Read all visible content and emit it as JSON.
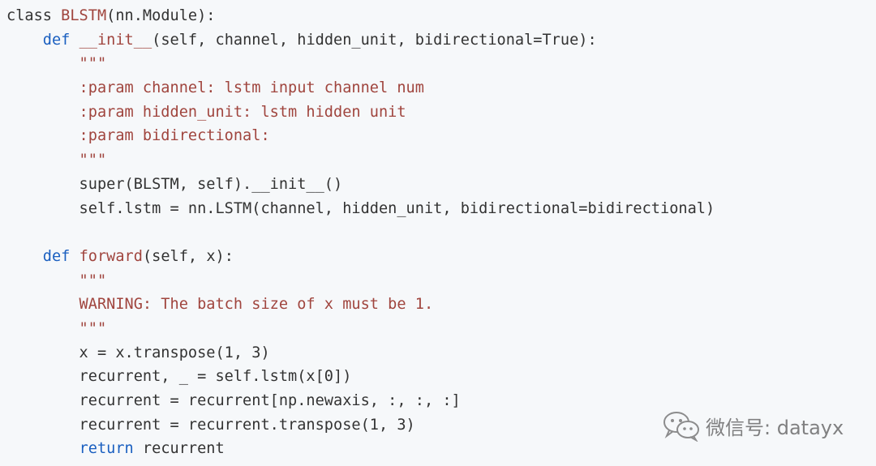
{
  "code": {
    "lines": [
      [
        {
          "t": "class ",
          "k": "kw"
        },
        {
          "t": "BLSTM",
          "k": "cls"
        },
        {
          "t": "(nn.Module):",
          "k": "txt"
        }
      ],
      [
        {
          "t": "    ",
          "k": "txt"
        },
        {
          "t": "def",
          "k": "kw2"
        },
        {
          "t": " ",
          "k": "txt"
        },
        {
          "t": "__init__",
          "k": "fn"
        },
        {
          "t": "(self, channel, hidden_unit, bidirectional=True):",
          "k": "txt"
        }
      ],
      [
        {
          "t": "        \"\"\"",
          "k": "str"
        }
      ],
      [
        {
          "t": "        :param channel: lstm input channel num",
          "k": "str"
        }
      ],
      [
        {
          "t": "        :param hidden_unit: lstm hidden unit",
          "k": "str"
        }
      ],
      [
        {
          "t": "        :param bidirectional:",
          "k": "str"
        }
      ],
      [
        {
          "t": "        \"\"\"",
          "k": "str"
        }
      ],
      [
        {
          "t": "        super(BLSTM, self).__init__()",
          "k": "txt"
        }
      ],
      [
        {
          "t": "        self.lstm = nn.LSTM(channel, hidden_unit, bidirectional=bidirectional)",
          "k": "txt"
        }
      ],
      [],
      [
        {
          "t": "    ",
          "k": "txt"
        },
        {
          "t": "def",
          "k": "kw2"
        },
        {
          "t": " ",
          "k": "txt"
        },
        {
          "t": "forward",
          "k": "fn"
        },
        {
          "t": "(self, x):",
          "k": "txt"
        }
      ],
      [
        {
          "t": "        \"\"\"",
          "k": "str"
        }
      ],
      [
        {
          "t": "        WARNING: The batch size of x must be 1.",
          "k": "str"
        }
      ],
      [
        {
          "t": "        \"\"\"",
          "k": "str"
        }
      ],
      [
        {
          "t": "        x = x.transpose(1, 3)",
          "k": "txt"
        }
      ],
      [
        {
          "t": "        recurrent, _ = self.lstm(x[0])",
          "k": "txt"
        }
      ],
      [
        {
          "t": "        recurrent = recurrent[np.newaxis, :, :, :]",
          "k": "txt"
        }
      ],
      [
        {
          "t": "        recurrent = recurrent.transpose(1, 3)",
          "k": "txt"
        }
      ],
      [
        {
          "t": "        ",
          "k": "txt"
        },
        {
          "t": "return",
          "k": "kw2"
        },
        {
          "t": " recurrent",
          "k": "txt"
        }
      ]
    ]
  },
  "watermark": {
    "text": "微信号: datayx",
    "icon": "wechat-icon"
  }
}
